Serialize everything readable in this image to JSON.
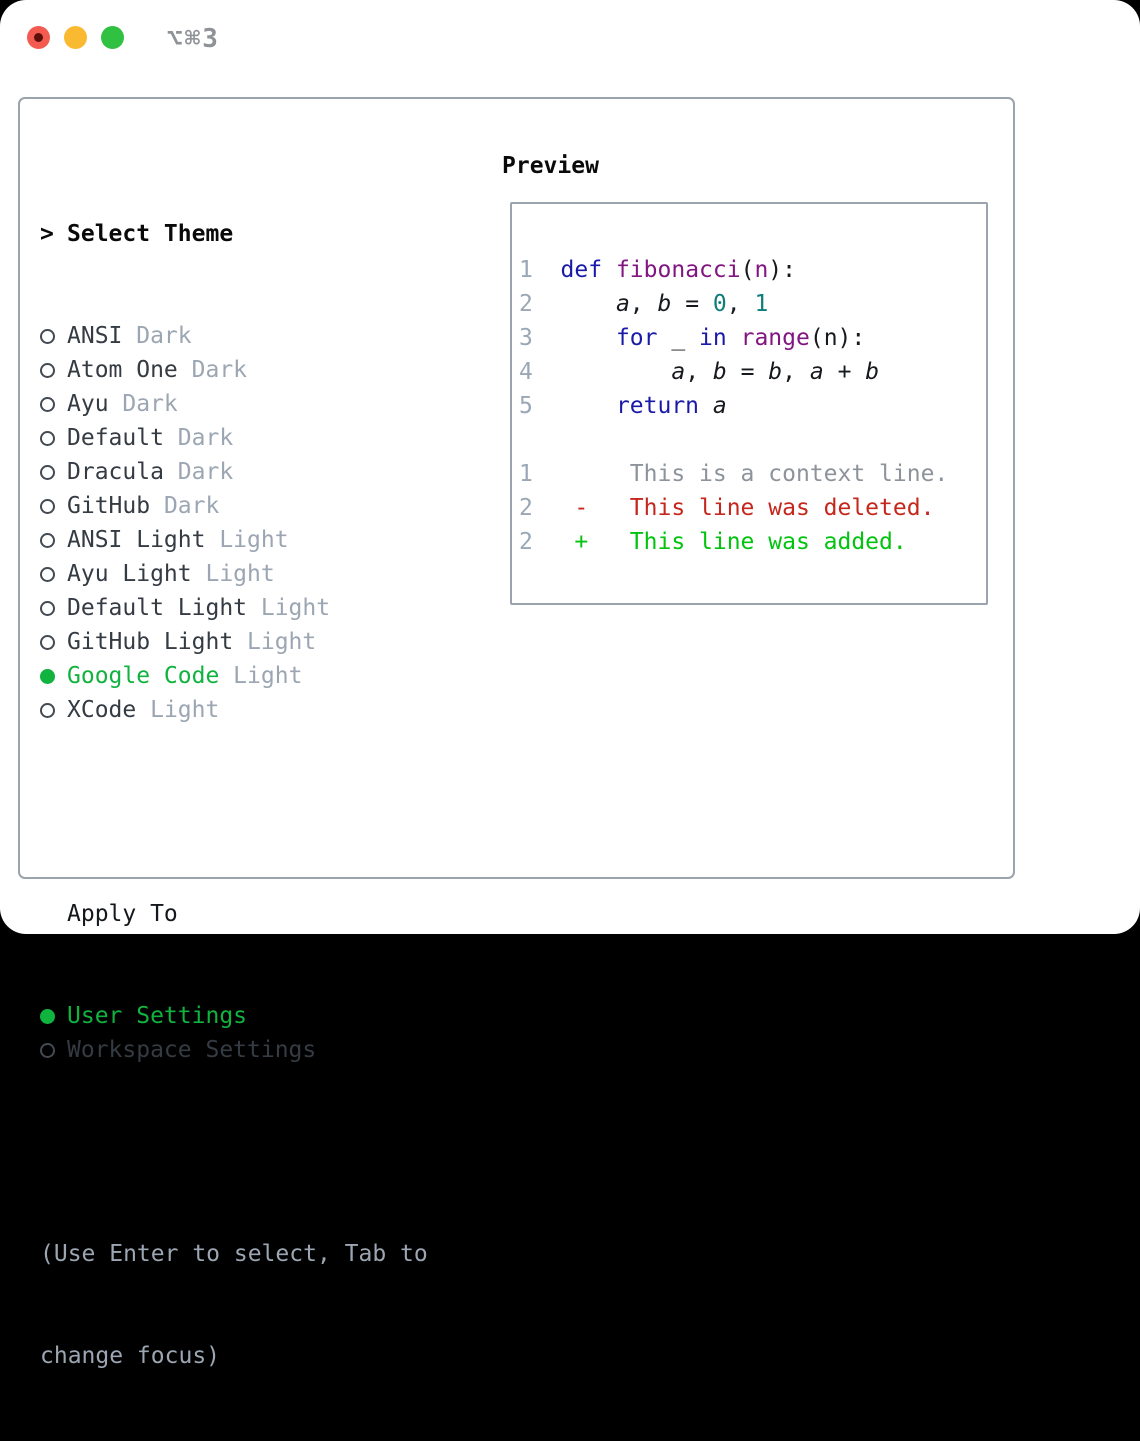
{
  "titlebar": {
    "shortcut": "⌥⌘3",
    "traffic_lights": [
      "close",
      "minimize",
      "zoom"
    ]
  },
  "theme_list": {
    "header": "Select Theme",
    "cursor": ">",
    "items": [
      {
        "name": "ANSI",
        "variant": "Dark",
        "selected": false
      },
      {
        "name": "Atom One",
        "variant": "Dark",
        "selected": false
      },
      {
        "name": "Ayu",
        "variant": "Dark",
        "selected": false
      },
      {
        "name": "Default",
        "variant": "Dark",
        "selected": false
      },
      {
        "name": "Dracula",
        "variant": "Dark",
        "selected": false
      },
      {
        "name": "GitHub",
        "variant": "Dark",
        "selected": false
      },
      {
        "name": "ANSI Light",
        "variant": "Light",
        "selected": false
      },
      {
        "name": "Ayu Light",
        "variant": "Light",
        "selected": false
      },
      {
        "name": "Default Light",
        "variant": "Light",
        "selected": false
      },
      {
        "name": "GitHub Light",
        "variant": "Light",
        "selected": false
      },
      {
        "name": "Google Code",
        "variant": "Light",
        "selected": true
      },
      {
        "name": "XCode",
        "variant": "Light",
        "selected": false
      }
    ]
  },
  "apply_to": {
    "header": "Apply To",
    "items": [
      {
        "label": "User Settings",
        "selected": true
      },
      {
        "label": "Workspace Settings",
        "selected": false
      }
    ]
  },
  "footer": {
    "line1": "(Use Enter to select, Tab to",
    "line2": "change focus)"
  },
  "preview": {
    "label": "Preview",
    "code_lines": [
      {
        "num": "1",
        "tokens": [
          [
            "kw",
            "def"
          ],
          [
            "pl",
            " "
          ],
          [
            "fn",
            "fibonacci"
          ],
          [
            "pl",
            "("
          ],
          [
            "fn",
            "n"
          ],
          [
            "pl",
            "):"
          ]
        ]
      },
      {
        "num": "2",
        "tokens": [
          [
            "pl",
            "    "
          ],
          [
            "vr",
            "a"
          ],
          [
            "pl",
            ", "
          ],
          [
            "vr",
            "b"
          ],
          [
            "pl",
            " = "
          ],
          [
            "nm",
            "0"
          ],
          [
            "pl",
            ", "
          ],
          [
            "nm",
            "1"
          ]
        ]
      },
      {
        "num": "3",
        "tokens": [
          [
            "pl",
            "    "
          ],
          [
            "kw",
            "for"
          ],
          [
            "pl",
            " _ "
          ],
          [
            "kw",
            "in"
          ],
          [
            "pl",
            " "
          ],
          [
            "fn",
            "range"
          ],
          [
            "pl",
            "(n):"
          ]
        ]
      },
      {
        "num": "4",
        "tokens": [
          [
            "pl",
            "        "
          ],
          [
            "vr",
            "a"
          ],
          [
            "pl",
            ", "
          ],
          [
            "vr",
            "b"
          ],
          [
            "pl",
            " = "
          ],
          [
            "vr",
            "b"
          ],
          [
            "pl",
            ", "
          ],
          [
            "vr",
            "a"
          ],
          [
            "pl",
            " + "
          ],
          [
            "vr",
            "b"
          ]
        ]
      },
      {
        "num": "5",
        "tokens": [
          [
            "pl",
            "    "
          ],
          [
            "kw",
            "return"
          ],
          [
            "pl",
            " "
          ],
          [
            "vr",
            "a"
          ]
        ]
      },
      {
        "num": "",
        "tokens": []
      },
      {
        "num": "1",
        "tokens": [
          [
            "ctx",
            "     This is a context line."
          ]
        ]
      },
      {
        "num": "2",
        "tokens": [
          [
            "del",
            " -   This line was deleted."
          ]
        ]
      },
      {
        "num": "2",
        "tokens": [
          [
            "add",
            " +   This line was added."
          ]
        ]
      }
    ]
  },
  "colors": {
    "accent_green": "#11b33f",
    "diff_added_green": "#02c40f",
    "diff_deleted_red": "#c5271c",
    "keyword_blue": "#1a1aa8",
    "function_purple": "#811581",
    "number_teal": "#0e7d7b",
    "muted_gray": "#9ca6b3",
    "panel_border": "#9aa3ae",
    "traffic_red": "#f35b51",
    "traffic_yellow": "#f9ba31",
    "traffic_green": "#30c143"
  }
}
